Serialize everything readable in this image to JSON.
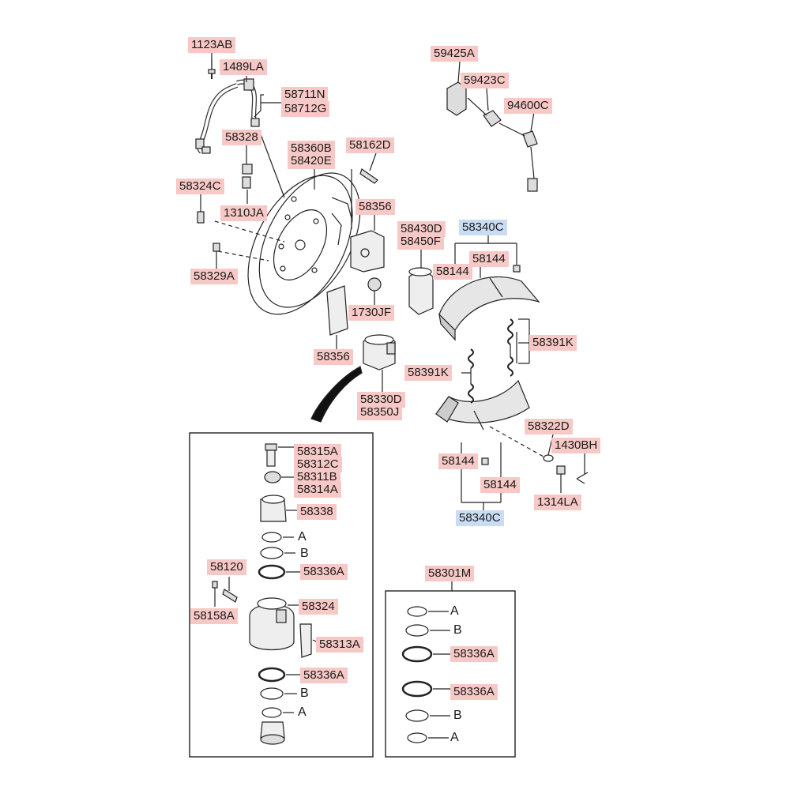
{
  "labels": {
    "l1123ab": "1123AB",
    "l1489la": "1489LA",
    "l58711n": "58711N",
    "l58712g": "58712G",
    "l58328": "58328",
    "l58360b": "58360B",
    "l58420e": "58420E",
    "l58162d": "58162D",
    "l58324c": "58324C",
    "l1310ja": "1310JA",
    "l58356_top": "58356",
    "l58329a": "58329A",
    "l1730jf": "1730JF",
    "l58356_bottom": "58356",
    "l58330d": "58330D",
    "l58350j": "58350J",
    "l58430d": "58430D",
    "l58450f": "58450F",
    "l59425a": "59425A",
    "l59423c": "59423C",
    "l94600c": "94600C",
    "l58340c_top": "58340C",
    "l58144_a": "58144",
    "l58144_b": "58144",
    "l58391k_right": "58391K",
    "l58391k_left": "58391K",
    "l58322d": "58322D",
    "l1430bh": "1430BH",
    "l58144_c": "58144",
    "l58144_d": "58144",
    "l1314la": "1314LA",
    "l58340c_bottom": "58340C",
    "l58315a": "58315A",
    "l58312c": "58312C",
    "l58311b": "58311B",
    "l58314a": "58314A",
    "l58338": "58338",
    "l58336a_1": "58336A",
    "l58120": "58120",
    "l58158a": "58158A",
    "l58324": "58324",
    "l58313a": "58313A",
    "l58336a_2": "58336A",
    "l58301m": "58301M",
    "l58336a_3": "58336A",
    "l58336a_4": "58336A"
  },
  "ref_letters": {
    "a": "A",
    "b": "B"
  },
  "colors": {
    "label_bg": "#f7c9c6",
    "label_bg_blue": "#c9dcf3",
    "line": "#222222"
  }
}
